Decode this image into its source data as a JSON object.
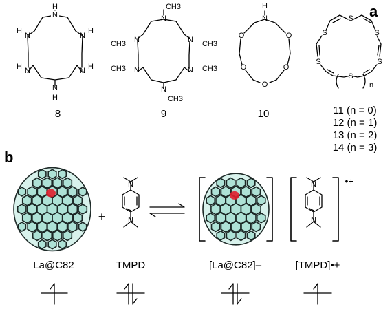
{
  "panel_a": {
    "letter": "a",
    "compounds": [
      {
        "number": "8",
        "atoms": {
          "H": "H",
          "N": "N"
        }
      },
      {
        "number": "9",
        "atoms": {
          "ch3": "CH3",
          "N": "N"
        }
      },
      {
        "number": "10",
        "atoms": {
          "N": "N",
          "H": "H",
          "O": "O"
        }
      },
      {
        "atoms": {
          "S": "S",
          "n": "n"
        },
        "labels": [
          "11 (n = 0)",
          "12 (n = 1)",
          "13 (n = 2)",
          "14 (n = 3)"
        ]
      }
    ]
  },
  "panel_b": {
    "letter": "b",
    "plus": "+",
    "tmpd_atoms": {
      "N": "N"
    },
    "anion_charge": "–",
    "cation_charge": "•+",
    "labels": {
      "la_c82": "La@C82",
      "tmpd": "TMPD",
      "la_c82_anion": "[La@C82]–",
      "tmpd_cation": "[TMPD]•+"
    }
  },
  "colors": {
    "cage_fill": "#aee2d6",
    "la_atom": "#e01e2e"
  },
  "icons": [
    "single-electron-arrow-icon",
    "electron-pair-arrow-icon",
    "equilibrium-arrow-icon"
  ]
}
